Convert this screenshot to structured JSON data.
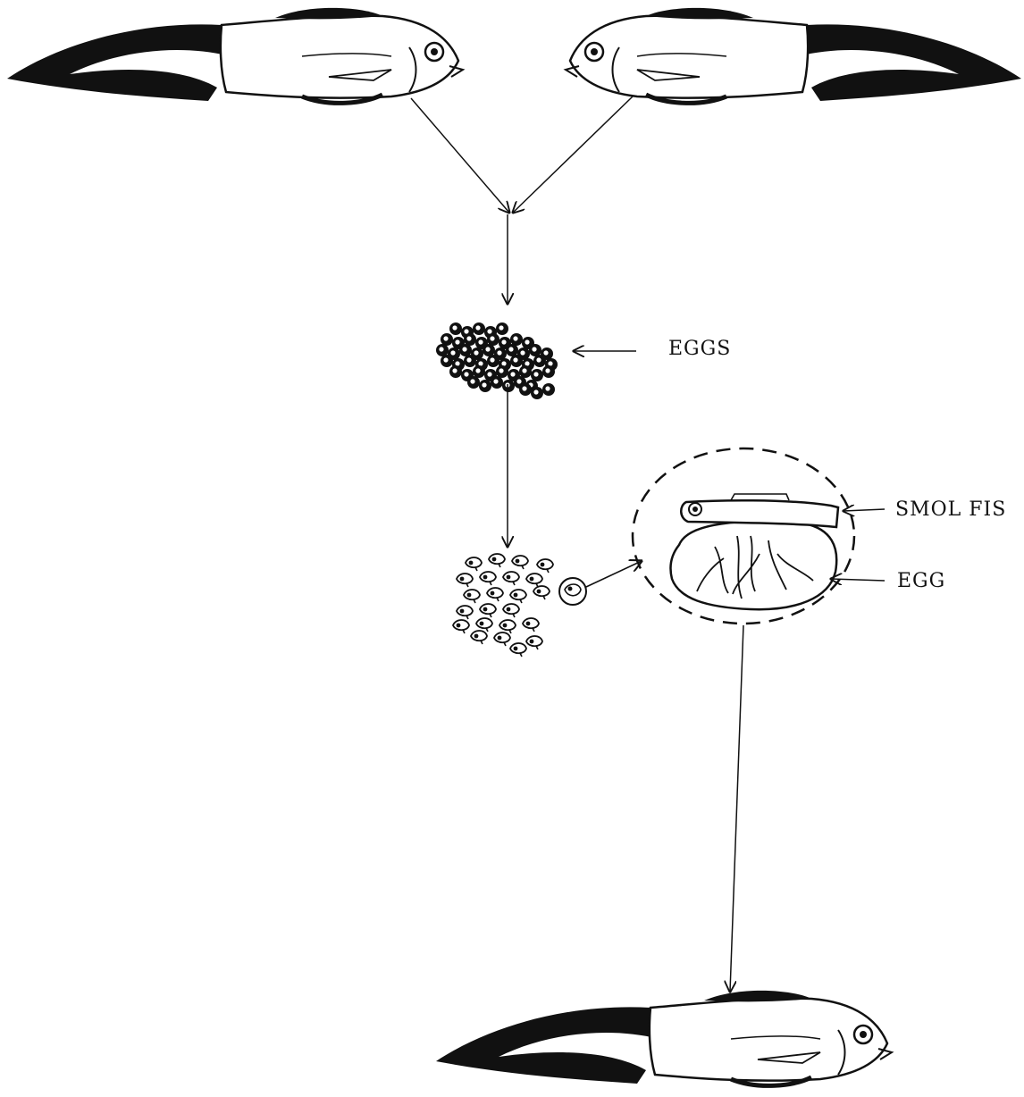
{
  "labels": {
    "eggs": "EGGS",
    "smol_fis": "SMOL FIS",
    "egg": "EGG"
  },
  "colors": {
    "ink": "#111111",
    "paper": "#ffffff"
  }
}
